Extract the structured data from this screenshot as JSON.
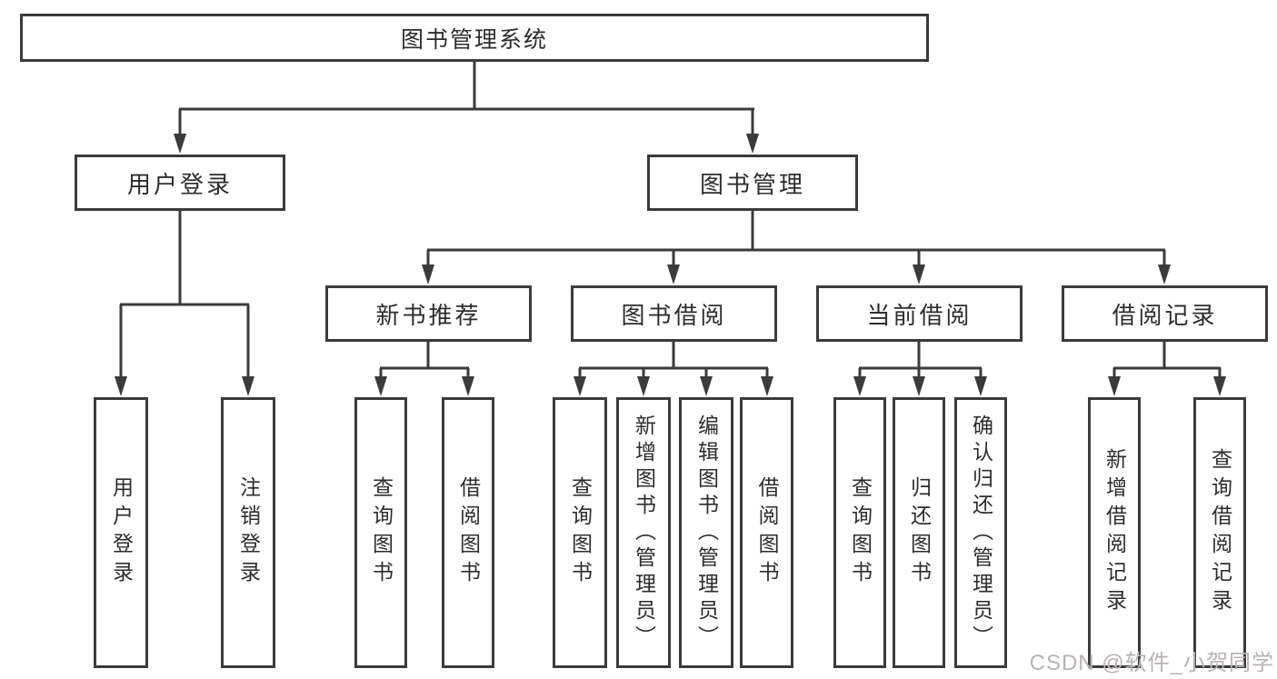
{
  "tree": {
    "root": "图书管理系统",
    "level2": [
      "用户登录",
      "图书管理"
    ],
    "level3": [
      "新书推荐",
      "图书借阅",
      "当前借阅",
      "借阅记录"
    ],
    "leaves": {
      "user_login": [
        "用户登录",
        "注销登录"
      ],
      "new_book": [
        "查询图书",
        "借阅图书"
      ],
      "borrow": [
        "查询图书",
        "新增图书（管理员）",
        "编辑图书（管理员）",
        "借阅图书"
      ],
      "current": [
        "查询图书",
        "归还图书",
        "确认归还（管理员）"
      ],
      "records": [
        "新增借阅记录",
        "查询借阅记录"
      ]
    }
  },
  "watermark": "CSDN @软件_小贺同学",
  "colors": {
    "line": "#3b3b3b",
    "border": "#3b3b3b",
    "text": "#2d2d2d",
    "watermark": "#b8b2b6",
    "background": "#ffffff"
  }
}
